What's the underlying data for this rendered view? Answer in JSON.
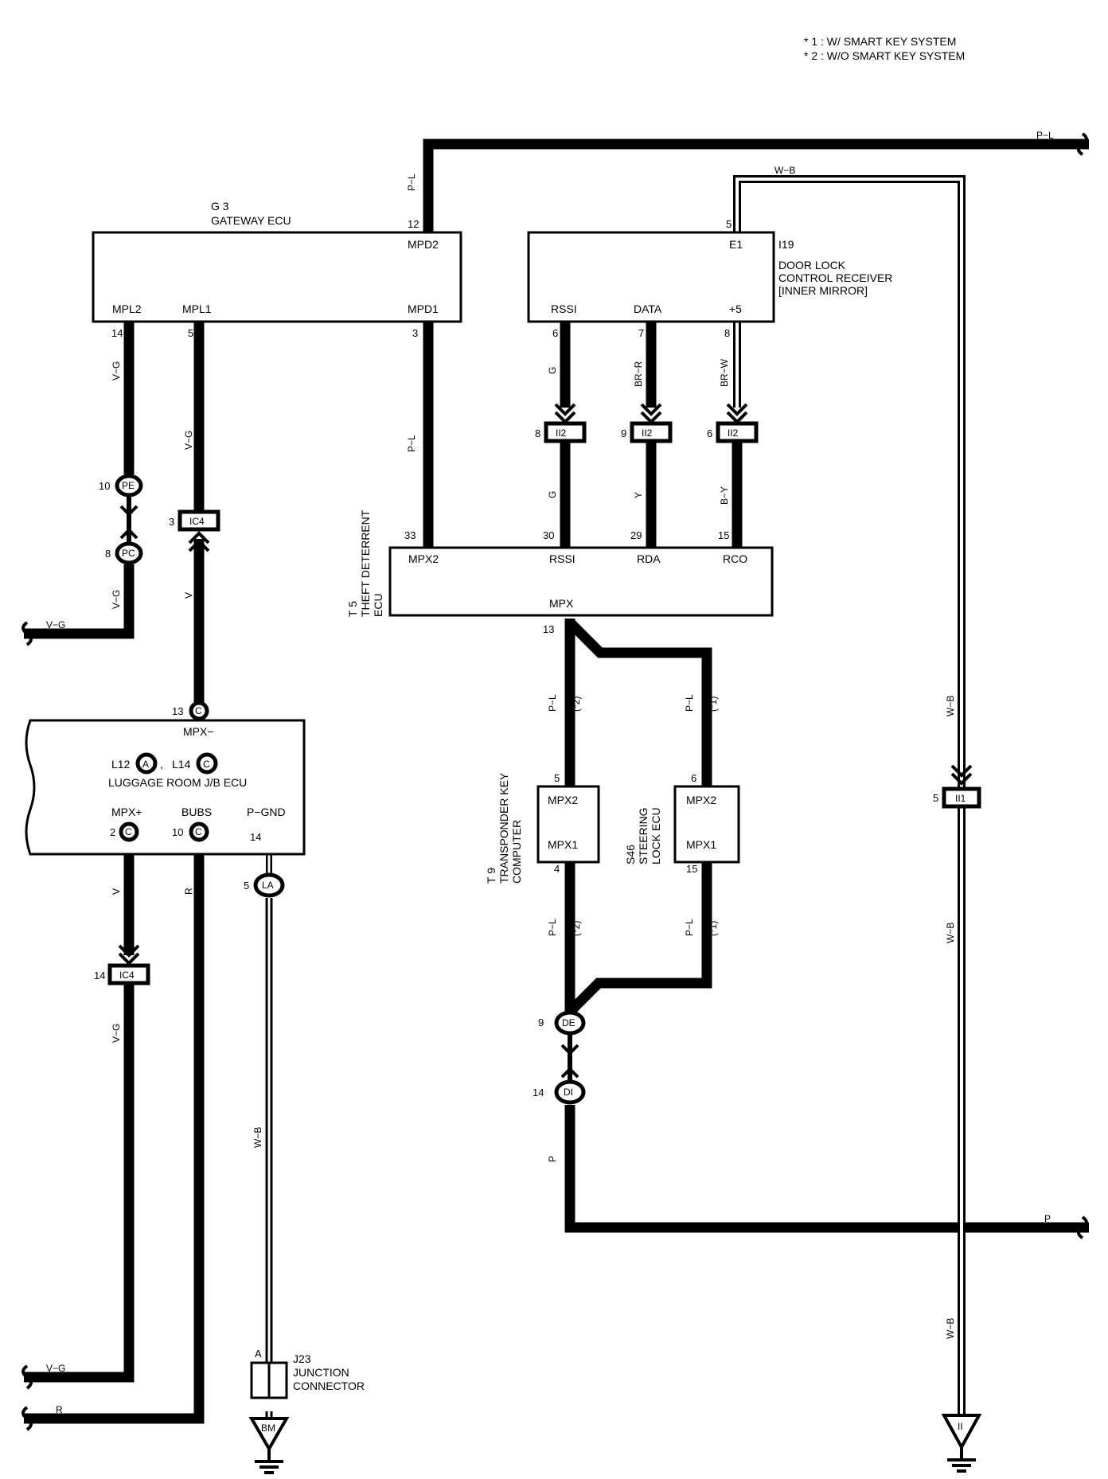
{
  "notes": [
    "* 1 : W/ SMART KEY SYSTEM",
    "* 2 : W/O SMART KEY SYSTEM"
  ],
  "colors": {
    "wire": "#000000",
    "background": "#ffffff"
  },
  "components": {
    "g3": {
      "code": "G 3",
      "name": "GATEWAY ECU",
      "terminals": {
        "mpd2": "MPD2",
        "mpl2": "MPL2",
        "mpl1": "MPL1",
        "mpd1": "MPD1"
      },
      "pins": {
        "mpd2": "12",
        "mpl2": "14",
        "mpl1": "5",
        "mpd1": "3"
      }
    },
    "i19": {
      "code": "I19",
      "name1": "DOOR LOCK",
      "name2": "CONTROL RECEIVER",
      "name3": "[INNER MIRROR]",
      "terminals": {
        "e1": "E1",
        "rssi": "RSSI",
        "data": "DATA",
        "p5": "+5"
      },
      "pins": {
        "e1": "5",
        "rssi": "6",
        "data": "7",
        "p5": "8"
      }
    },
    "t5": {
      "code": "T 5",
      "name1": "THEFT DETERRENT",
      "name2": "ECU",
      "terminals": {
        "mpx2": "MPX2",
        "rssi": "RSSI",
        "rda": "RDA",
        "rco": "RCO",
        "mpx": "MPX"
      },
      "pins": {
        "mpx2": "33",
        "rssi": "30",
        "rda": "29",
        "rco": "15",
        "mpx": "13"
      }
    },
    "luggage": {
      "name": "LUGGAGE ROOM J/B ECU",
      "conn_a_label": "L12",
      "conn_a": "A",
      "sep": ",",
      "conn_c_label": "L14",
      "conn_c": "C",
      "terminals": {
        "mpxm": "MPX−",
        "mpxp": "MPX+",
        "bubs": "BUBS",
        "pgnd": "P−GND"
      },
      "pins": {
        "mpxm": "13",
        "mpxp": "2",
        "bubs": "10",
        "pgnd": "14"
      },
      "conn": "C"
    },
    "t9": {
      "code": "T 9",
      "name1": "TRANSPONDER KEY",
      "name2": "COMPUTER",
      "terminals": {
        "mpx2": "MPX2",
        "mpx1": "MPX1"
      },
      "pins": {
        "mpx2": "5",
        "mpx1": "4"
      }
    },
    "s46": {
      "code": "S46",
      "name1": "STEERING",
      "name2": "LOCK ECU",
      "terminals": {
        "mpx2": "MPX2",
        "mpx1": "MPX1"
      },
      "pins": {
        "mpx2": "6",
        "mpx1": "15"
      }
    },
    "j23": {
      "code": "J23",
      "name1": "JUNCTION",
      "name2": "CONNECTOR",
      "pin": "A"
    }
  },
  "connectors": {
    "ii2": "II2",
    "ic4": "IC4",
    "ii1": "II1",
    "pe": "PE",
    "pc": "PC",
    "la": "LA",
    "de": "DE",
    "di": "DI",
    "bm": "BM",
    "ii": "II"
  },
  "connector_pins": {
    "ii2_rssi": "8",
    "ii2_data": "9",
    "ii2_p5": "6",
    "ic4_top": "3",
    "ic4_bot": "14",
    "ii1": "5",
    "pe": "10",
    "pc": "8",
    "la": "5",
    "de": "9",
    "di": "14"
  },
  "wires": {
    "pl": "P−L",
    "vg": "V−G",
    "g": "G",
    "brr": "BR−R",
    "brw": "BR−W",
    "y": "Y",
    "by": "B−Y",
    "v": "V",
    "r": "R",
    "wb": "W−B",
    "p": "P",
    "star1": "(*1)",
    "star2": "(*2)"
  }
}
